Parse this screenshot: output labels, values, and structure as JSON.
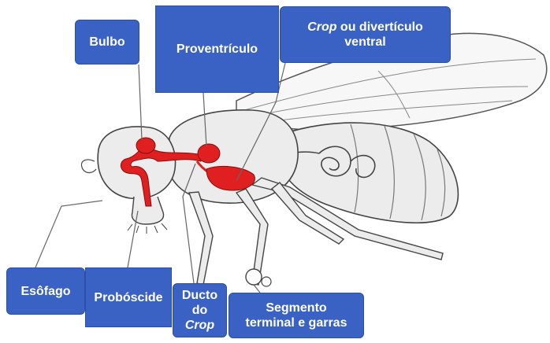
{
  "labels": {
    "bulbo": "Bulbo",
    "proventriculo": "Proventrículo",
    "crop_em": "Crop",
    "crop_rest": " ou divertículo",
    "crop_line2": "ventral",
    "esofago": "Esôfago",
    "proboscide": "Probóscide",
    "ducto_l1": "Ducto",
    "ducto_l2": "do",
    "ducto_l3": "Crop",
    "segmento_l1": "Segmento",
    "segmento_l2": "terminal e garras"
  },
  "colors": {
    "label_fill": "#3a62c4",
    "organ_red": "#e02020",
    "outline": "#444444",
    "body_fill": "#efefef"
  }
}
